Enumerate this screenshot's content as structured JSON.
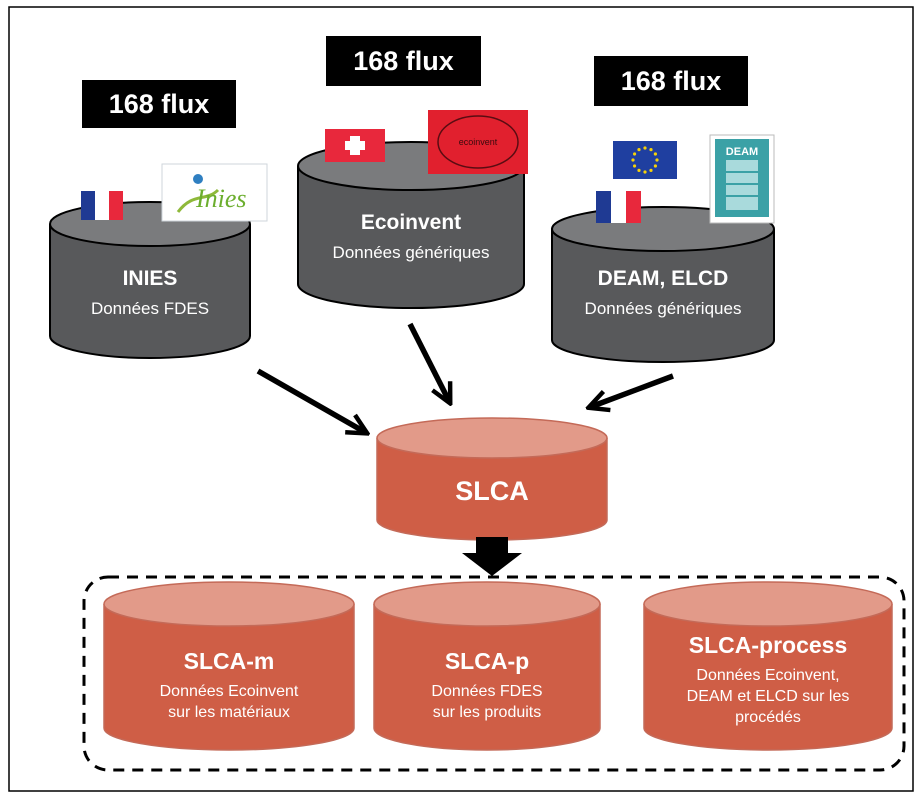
{
  "badges": {
    "inies": "168 flux",
    "ecoinvent": "168 flux",
    "deam": "168 flux"
  },
  "sources": {
    "inies": {
      "title": "INIES",
      "subtitle": "Données FDES",
      "logo_text": "Inies",
      "flags": [
        "france-flag"
      ]
    },
    "ecoinvent": {
      "title": "Ecoinvent",
      "subtitle": "Données génériques",
      "logo_text": "ecoinvent",
      "flags": [
        "switzerland-flag"
      ]
    },
    "deam": {
      "title": "DEAM, ELCD",
      "subtitle": "Données génériques",
      "logo_text": "DEAM",
      "flags": [
        "eu-flag",
        "france-flag"
      ]
    }
  },
  "central": {
    "title": "SLCA"
  },
  "outputs": {
    "m": {
      "title": "SLCA-m",
      "line1": "Données Ecoinvent",
      "line2": "sur les matériaux"
    },
    "p": {
      "title": "SLCA-p",
      "line1": "Données FDES",
      "line2": "sur les produits"
    },
    "process": {
      "title": "SLCA-process",
      "line1": "Données Ecoinvent,",
      "line2": "DEAM et ELCD sur les",
      "line3": "procédés"
    }
  },
  "colors": {
    "gray_db": "#58595b",
    "gray_db_top": "#7a7b7d",
    "red_db": "#cf5e46",
    "red_db_top": "#e29a89",
    "arrow": "#000000",
    "france_blue": "#1f3a93",
    "france_red": "#e8283c",
    "swiss_red": "#e8283c",
    "eu_blue": "#1f3fa0",
    "ecoinvent_red": "#e1202e",
    "inies_green": "#6cae2e",
    "deam_teal": "#2a8f95"
  }
}
